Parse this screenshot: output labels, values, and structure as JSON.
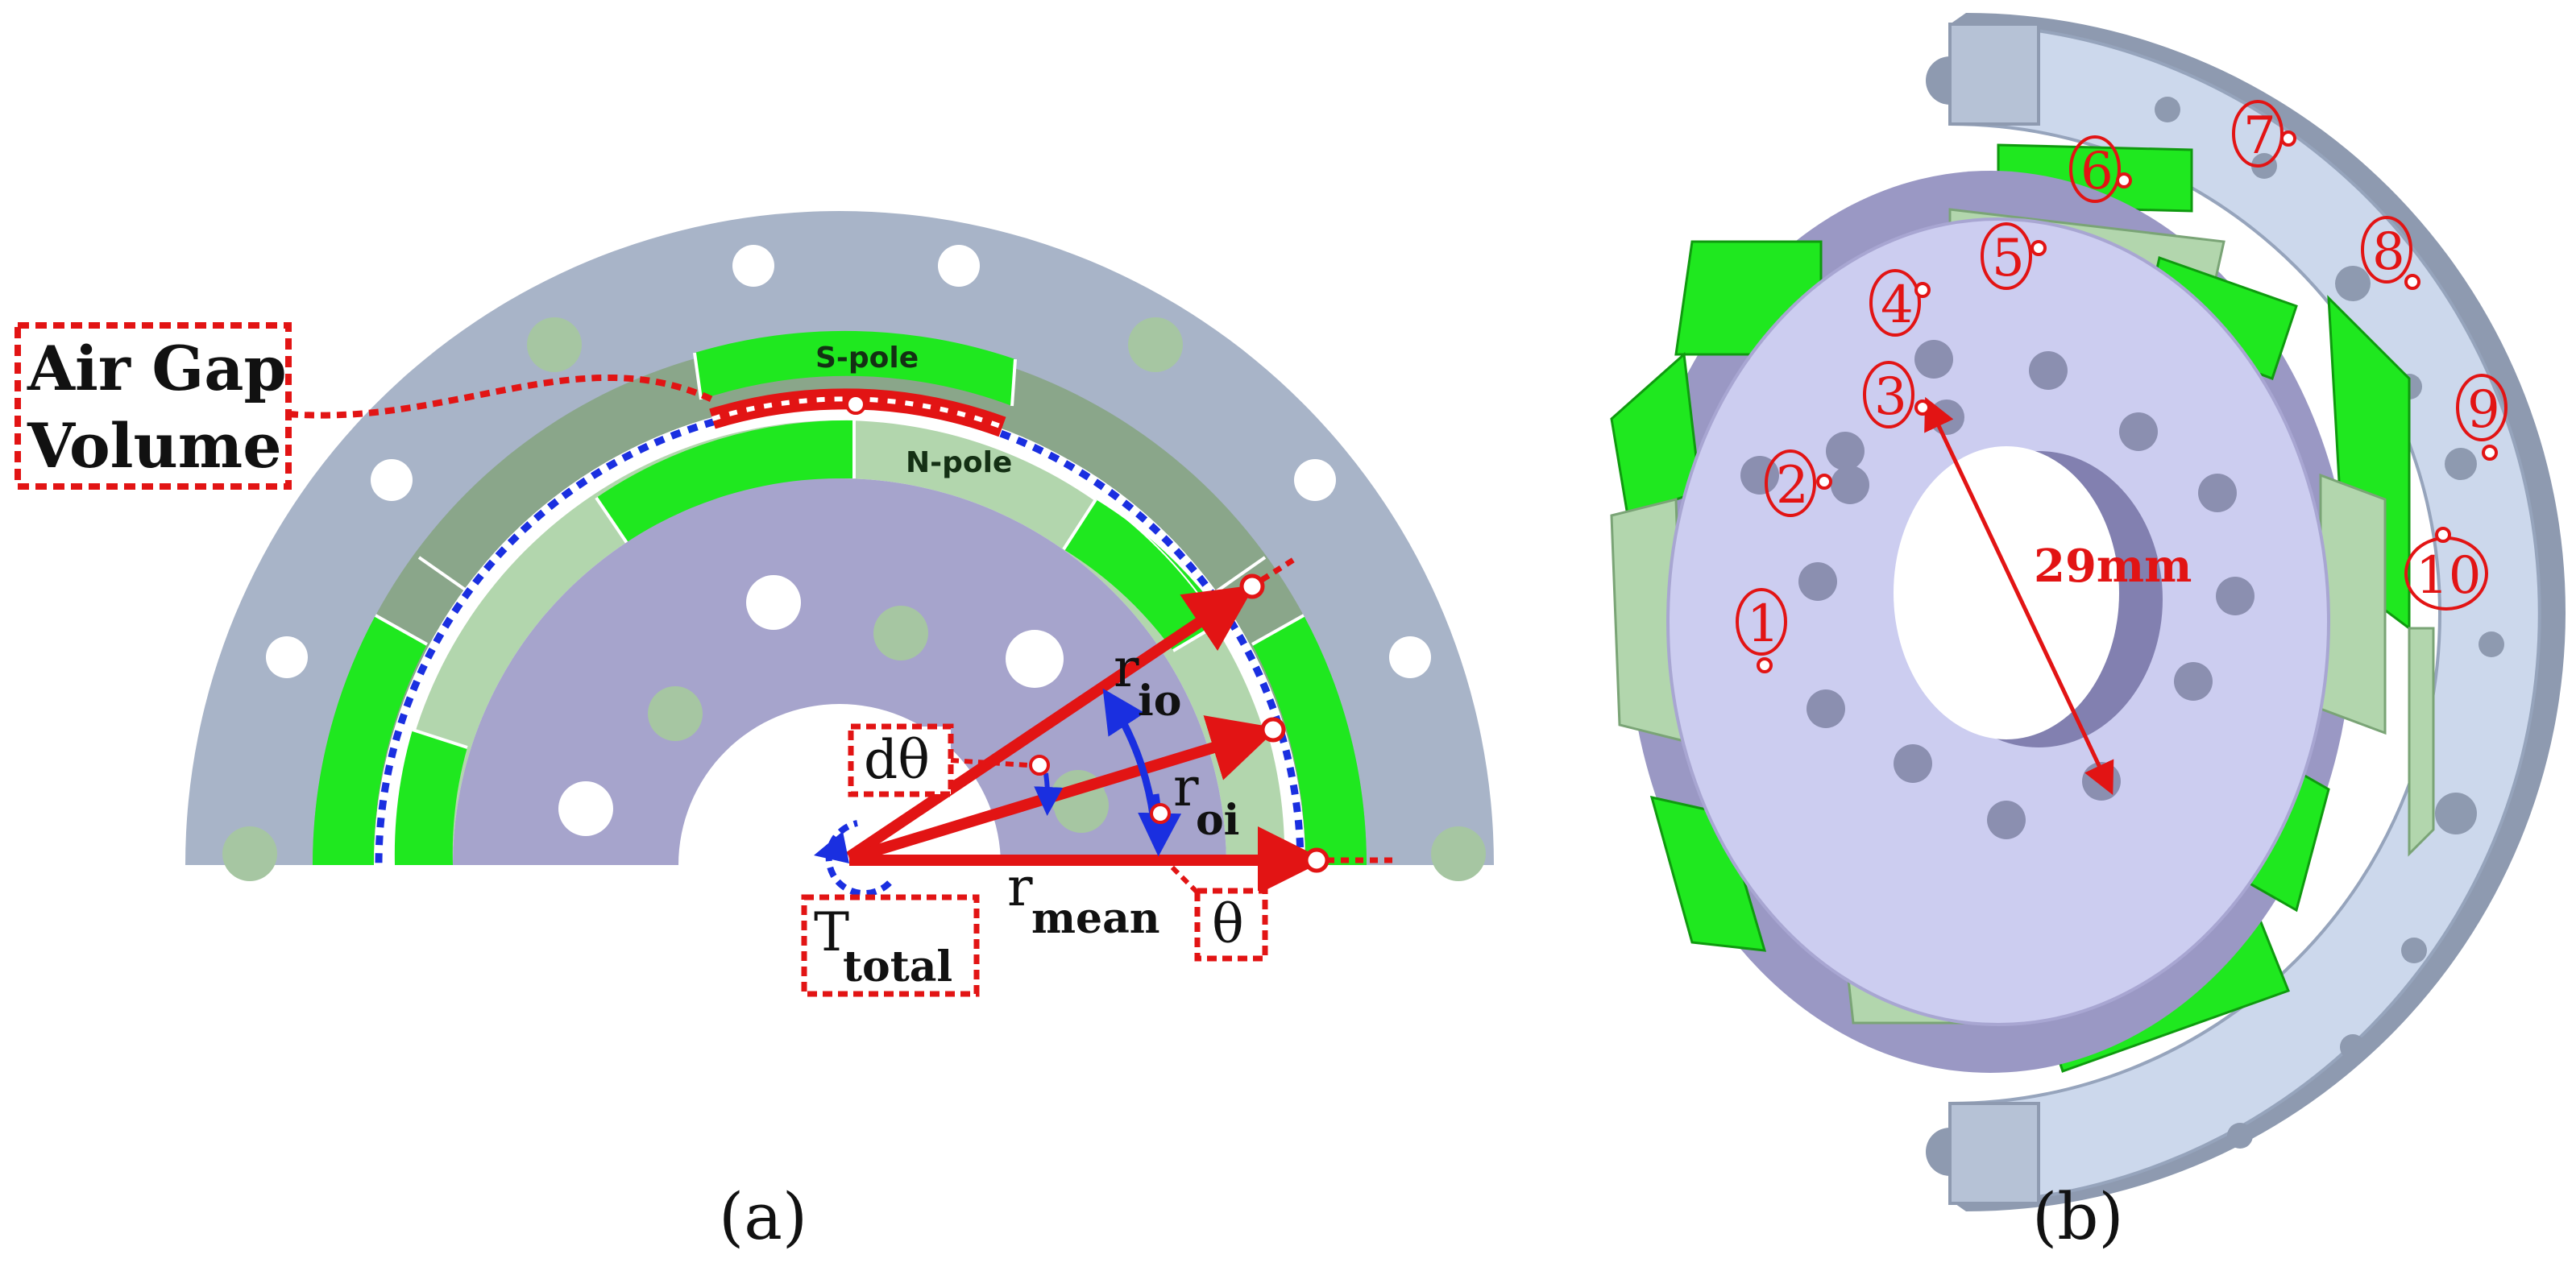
{
  "panel_a": {
    "caption": "(a)",
    "air_gap_line1": "Air Gap",
    "air_gap_line2": "Volume",
    "s_pole": "S-pole",
    "n_pole": "N-pole",
    "r_io_main": "r",
    "r_io_sub": "io",
    "r_oi_main": "r",
    "r_oi_sub": "oi",
    "r_mean_main": "r",
    "r_mean_sub": "mean",
    "d_theta": "dθ",
    "theta": "θ",
    "t_total_main": "T",
    "t_total_sub": "total"
  },
  "panel_b": {
    "caption": "(b)",
    "dimension": "29mm",
    "markers": [
      "1",
      "2",
      "3",
      "4",
      "5",
      "6",
      "7",
      "8",
      "9",
      "10"
    ]
  },
  "colors": {
    "outer_ring": "#a8b4c8",
    "inner_disc": "#a6a4cc",
    "magnet_bright": "#1fe81f",
    "magnet_dark": "#8aa68a",
    "magnet_light": "#b2d6ad",
    "hole_white": "#ffffff",
    "hole_green": "#a6c6a2",
    "annotation_red": "#e21414",
    "annotation_blue": "#1a2fe0"
  }
}
